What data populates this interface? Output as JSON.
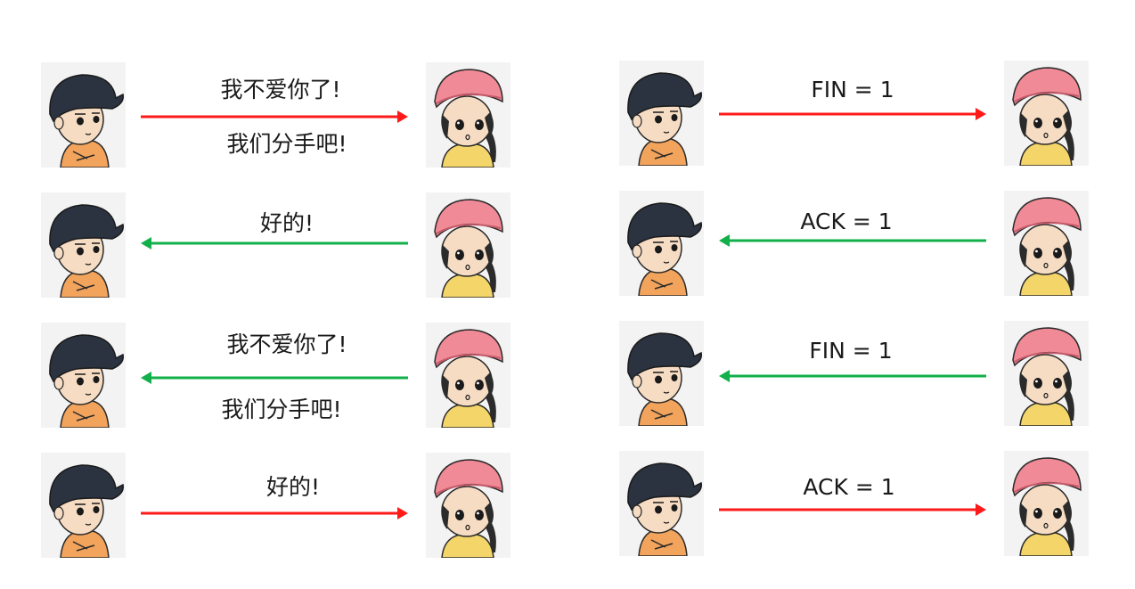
{
  "colors": {
    "send": "#ff1a1a",
    "reply": "#12b04a",
    "boy_cap": "#2b3340",
    "boy_shirt": "#f2a35c",
    "girl_cap": "#f08a96",
    "girl_shirt": "#f3d56a",
    "skin": "#f6dcc3",
    "avatar_bg": "#f3f3f3"
  },
  "left_panel": {
    "messages": [
      {
        "direction": "boy-to-girl",
        "line1": "我不爱你了!",
        "line2": "我们分手吧!"
      },
      {
        "direction": "girl-to-boy",
        "line1": "好的!"
      },
      {
        "direction": "girl-to-boy",
        "line1": "我不爱你了!",
        "line2": "我们分手吧!"
      },
      {
        "direction": "boy-to-girl",
        "line1": "好的!"
      }
    ]
  },
  "right_panel": {
    "messages": [
      {
        "direction": "boy-to-girl",
        "line1": "FIN = 1"
      },
      {
        "direction": "girl-to-boy",
        "line1": "ACK = 1"
      },
      {
        "direction": "girl-to-boy",
        "line1": "FIN = 1"
      },
      {
        "direction": "boy-to-girl",
        "line1": "ACK = 1"
      }
    ]
  },
  "avatars": {
    "boy": "boy-cartoon-avatar",
    "girl": "girl-cartoon-avatar"
  }
}
